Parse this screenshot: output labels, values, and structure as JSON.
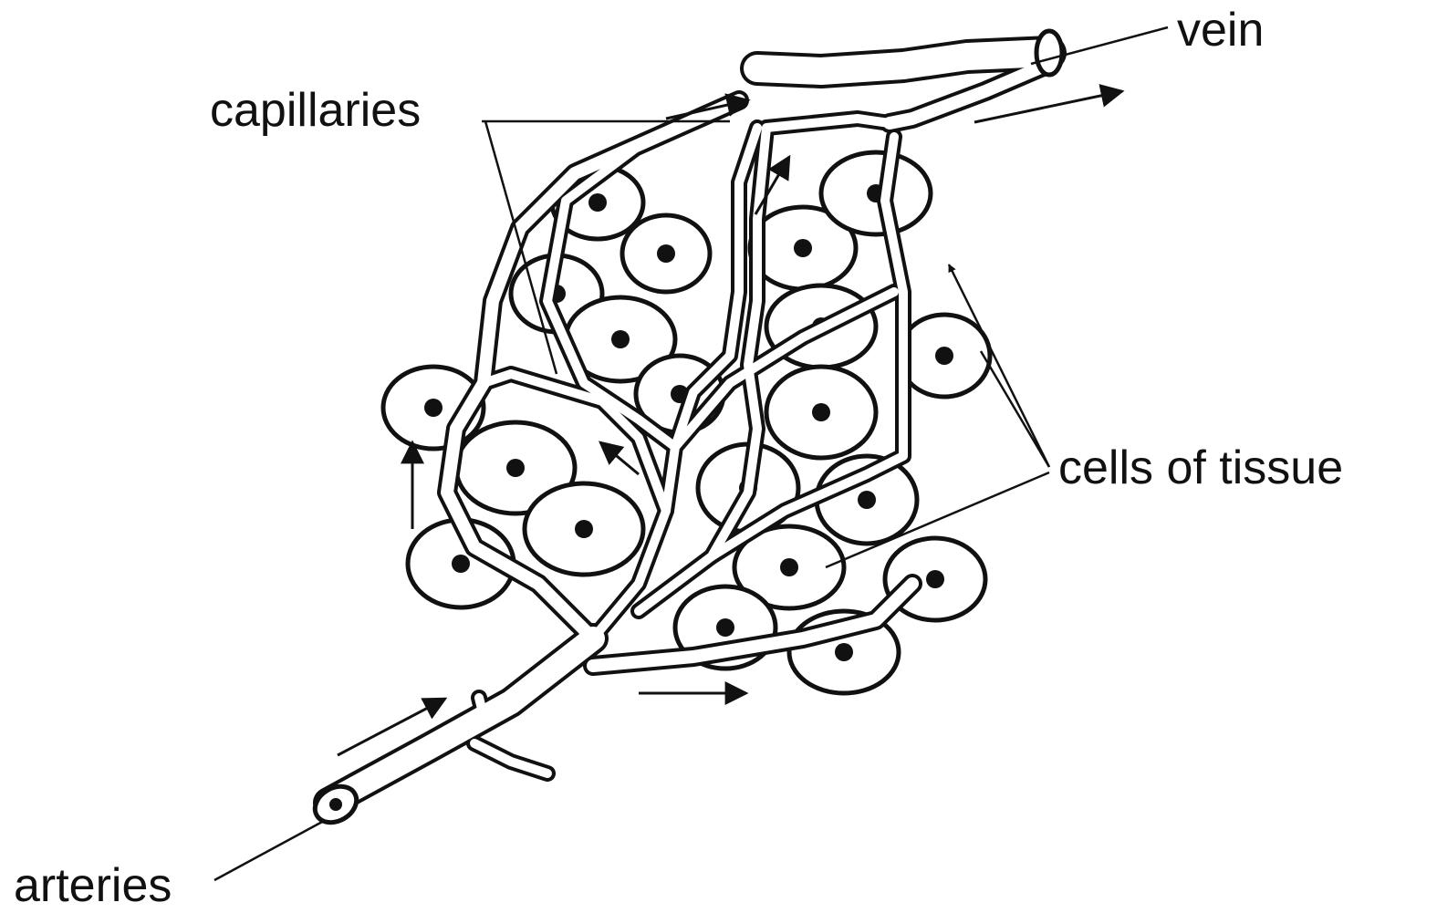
{
  "labels": {
    "vein": "vein",
    "capillaries": "capillaries",
    "cells": "cells of tissue",
    "arteries": "arteries"
  },
  "colors": {
    "ink": "#111111",
    "paper": "#ffffff"
  }
}
